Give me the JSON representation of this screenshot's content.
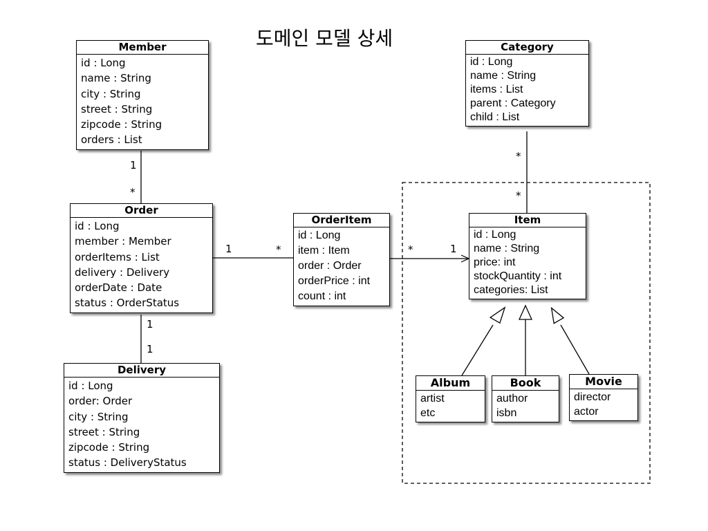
{
  "title": "도메인 모델 상세",
  "classes": {
    "member": {
      "name": "Member",
      "attrs": [
        "id : Long",
        "name : String",
        "city : String",
        "street : String",
        "zipcode : String",
        "orders : List"
      ]
    },
    "order": {
      "name": "Order",
      "attrs": [
        "id : Long",
        "member : Member",
        "orderItems : List",
        "delivery : Delivery",
        "orderDate : Date",
        "status : OrderStatus"
      ]
    },
    "delivery": {
      "name": "Delivery",
      "attrs": [
        "id : Long",
        "order: Order",
        "city : String",
        "street : String",
        "zipcode : String",
        "status : DeliveryStatus"
      ]
    },
    "orderitem": {
      "name": "OrderItem",
      "attrs": [
        "id : Long",
        "item : Item",
        "order : Order",
        "orderPrice : int",
        "count : int"
      ]
    },
    "item": {
      "name": "Item",
      "attrs": [
        "id : Long",
        "name : String",
        "price: int",
        "stockQuantity : int",
        "categories: List"
      ]
    },
    "category": {
      "name": "Category",
      "attrs": [
        "id : Long",
        "name : String",
        "items : List",
        "parent : Category",
        "child : List"
      ]
    },
    "album": {
      "name": "Album",
      "attrs": [
        "artist",
        "etc"
      ]
    },
    "book": {
      "name": "Book",
      "attrs": [
        "author",
        "isbn"
      ]
    },
    "movie": {
      "name": "Movie",
      "attrs": [
        "director",
        "actor"
      ]
    }
  },
  "multiplicities": {
    "member_order_member": "1",
    "member_order_order": "*",
    "order_orderitem_order": "1",
    "order_orderitem_orderitem": "*",
    "orderitem_item_orderitem": "*",
    "orderitem_item_item": "1",
    "order_delivery_order": "1",
    "order_delivery_delivery": "1",
    "category_item_category": "*",
    "category_item_item": "*"
  }
}
